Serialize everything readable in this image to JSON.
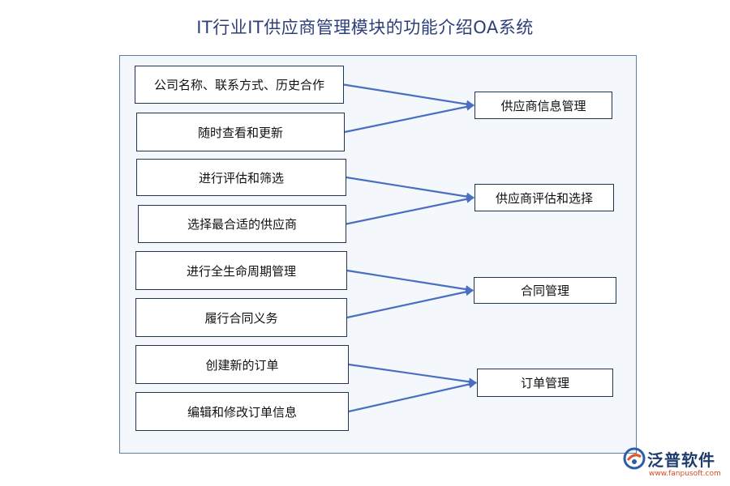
{
  "title": "IT行业IT供应商管理模块的功能介绍OA系统",
  "groups": [
    {
      "target": "供应商信息管理",
      "sources": [
        "公司名称、联系方式、历史合作",
        "随时查看和更新"
      ]
    },
    {
      "target": "供应商评估和选择",
      "sources": [
        "进行评估和筛选",
        "选择最合适的供应商"
      ]
    },
    {
      "target": "合同管理",
      "sources": [
        "进行全生命周期管理",
        "履行合同义务"
      ]
    },
    {
      "target": "订单管理",
      "sources": [
        "创建新的订单",
        "编辑和修改订单信息"
      ]
    }
  ],
  "logo": {
    "name": "泛普软件",
    "url": "www.fanpusoft.com"
  },
  "colors": {
    "title": "#2d3f7a",
    "arrow": "#4a6fc0",
    "frame_fill": "#f4f8fc",
    "frame_border": "#5b7fa6",
    "box_border": "#1f3555"
  }
}
